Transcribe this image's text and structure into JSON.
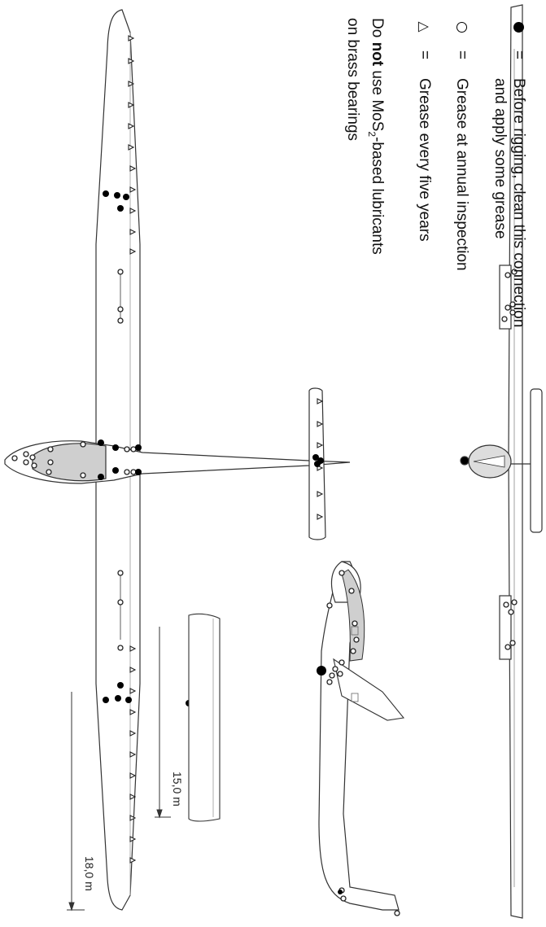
{
  "legend": {
    "items": [
      {
        "symbol": "filled-circle",
        "equals": "=",
        "lines": [
          "Before rigging, clean this connection",
          "and apply some grease"
        ]
      },
      {
        "symbol": "open-circle",
        "equals": "=",
        "lines": [
          "Grease at annual inspection"
        ]
      },
      {
        "symbol": "triangle",
        "equals": "=",
        "lines": [
          "Grease every five years"
        ]
      }
    ],
    "note": {
      "prefix": "Do ",
      "bold": "not",
      "middle": " use MoS",
      "sub": "2",
      "suffix": "-based lubricants",
      "line2": "on brass bearings"
    }
  },
  "dimensions": {
    "span_15": "15,0  m",
    "span_18": "18,0  m"
  }
}
